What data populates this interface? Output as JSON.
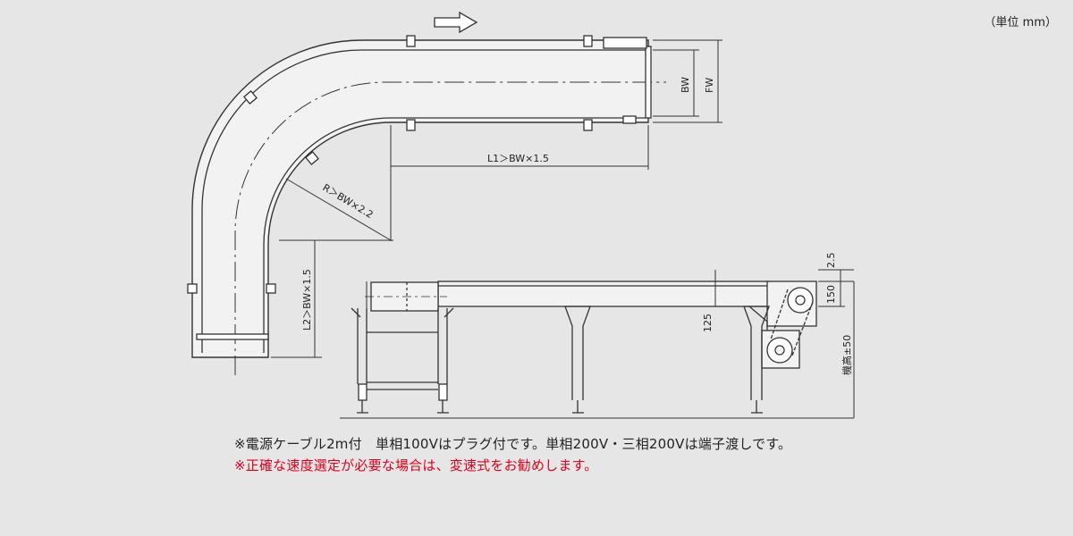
{
  "unit_label": "（単位 mm）",
  "dimensions": {
    "bw": "BW",
    "fw": "FW",
    "l1": "L1＞BW×1.5",
    "l2": "L2＞BW×1.5",
    "radius": "R＞BW×2.2",
    "d25": "2.5",
    "d150": "150",
    "d125": "125",
    "machine_height": "機高±50"
  },
  "notes": {
    "line1": "※電源ケーブル2m付　単相100Vはプラグ付です。単相200V・三相200Vは端子渡しです。",
    "line2": "※正確な速度選定が必要な場合は、変速式をお勧めします。"
  }
}
